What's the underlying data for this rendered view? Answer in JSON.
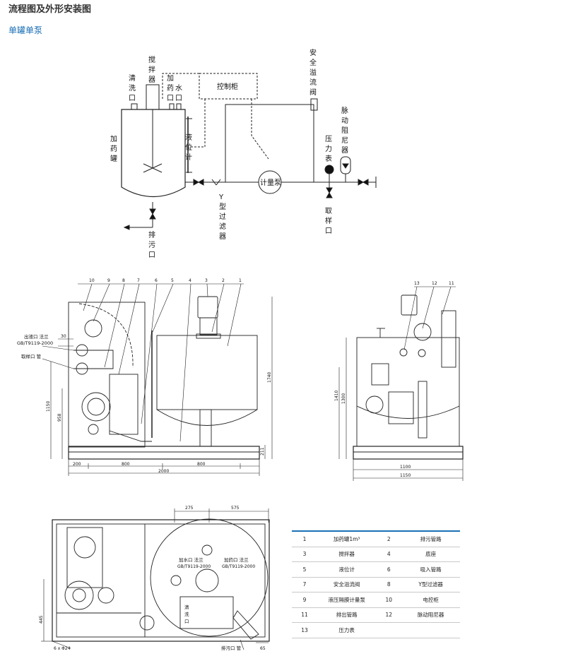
{
  "header": {
    "title": "流程图及外形安装图",
    "subtitle": "单罐单泵"
  },
  "flow": {
    "stirrer_chars": [
      "搅",
      "拌",
      "器"
    ],
    "clean_port_chars": [
      "清",
      "洗",
      "口"
    ],
    "dosing_port_chars": [
      "加",
      "药",
      "口"
    ],
    "water_port_chars": [
      "水",
      "口"
    ],
    "tank_chars": [
      "加",
      "药",
      "罐"
    ],
    "level_chars": [
      "液",
      "位",
      "计"
    ],
    "control_cabinet": "控制柜",
    "safety_valve_chars": [
      "安",
      "全",
      "溢",
      "流",
      "阀"
    ],
    "damper_chars": [
      "脉",
      "动",
      "阻",
      "尼",
      "器"
    ],
    "pressure_gauge_chars": [
      "压",
      "力",
      "表"
    ],
    "sampling_chars": [
      "取",
      "样",
      "口"
    ],
    "y_filter_chars": [
      "Y",
      "型",
      "过",
      "滤",
      "器"
    ],
    "drain_chars": [
      "排",
      "污",
      "口"
    ],
    "metering_pump": "计量泵"
  },
  "front_view": {
    "callouts": [
      "10",
      "9",
      "8",
      "7",
      "6",
      "5",
      "4",
      "3",
      "2",
      "1"
    ],
    "outlet_flange": "出液口 法兰",
    "standard": "GB/T9119-2000",
    "sampling_pipe": "取样口 管",
    "dims": {
      "d30": "30",
      "d1150": "1150",
      "d958": "958",
      "d1740": "1740",
      "d211": "211",
      "d200": "200",
      "d800a": "800",
      "d800b": "800",
      "d2000": "2000"
    }
  },
  "side_view": {
    "callouts": [
      "13",
      "12",
      "11"
    ],
    "dims": {
      "d1410": "1410",
      "d1300": "1300",
      "d1100": "1100",
      "d1150": "1150"
    }
  },
  "top_view": {
    "dims": {
      "d275": "275",
      "d575": "575",
      "d445": "445",
      "holes": "6 x Φ24",
      "d65": "65"
    },
    "water_flange": "加水口 法兰",
    "dosing_flange": "加药口 法兰",
    "standard_a": "GB/T9119-2000",
    "standard_b": "GB/T9119-2000",
    "clean_chars": [
      "清",
      "洗",
      "口"
    ],
    "drain_pipe": "排污口 管"
  },
  "legend": [
    [
      "1",
      "加药罐1m³",
      "2",
      "排污管路"
    ],
    [
      "3",
      "搅拌器",
      "4",
      "底座"
    ],
    [
      "5",
      "液位计",
      "6",
      "吸入管路"
    ],
    [
      "7",
      "安全溢流阀",
      "8",
      "Y型过滤器"
    ],
    [
      "9",
      "液压隔膜计量泵",
      "10",
      "电控柜"
    ],
    [
      "11",
      "排出管路",
      "12",
      "脉动阻尼器"
    ],
    [
      "13",
      "压力表",
      "",
      ""
    ]
  ]
}
